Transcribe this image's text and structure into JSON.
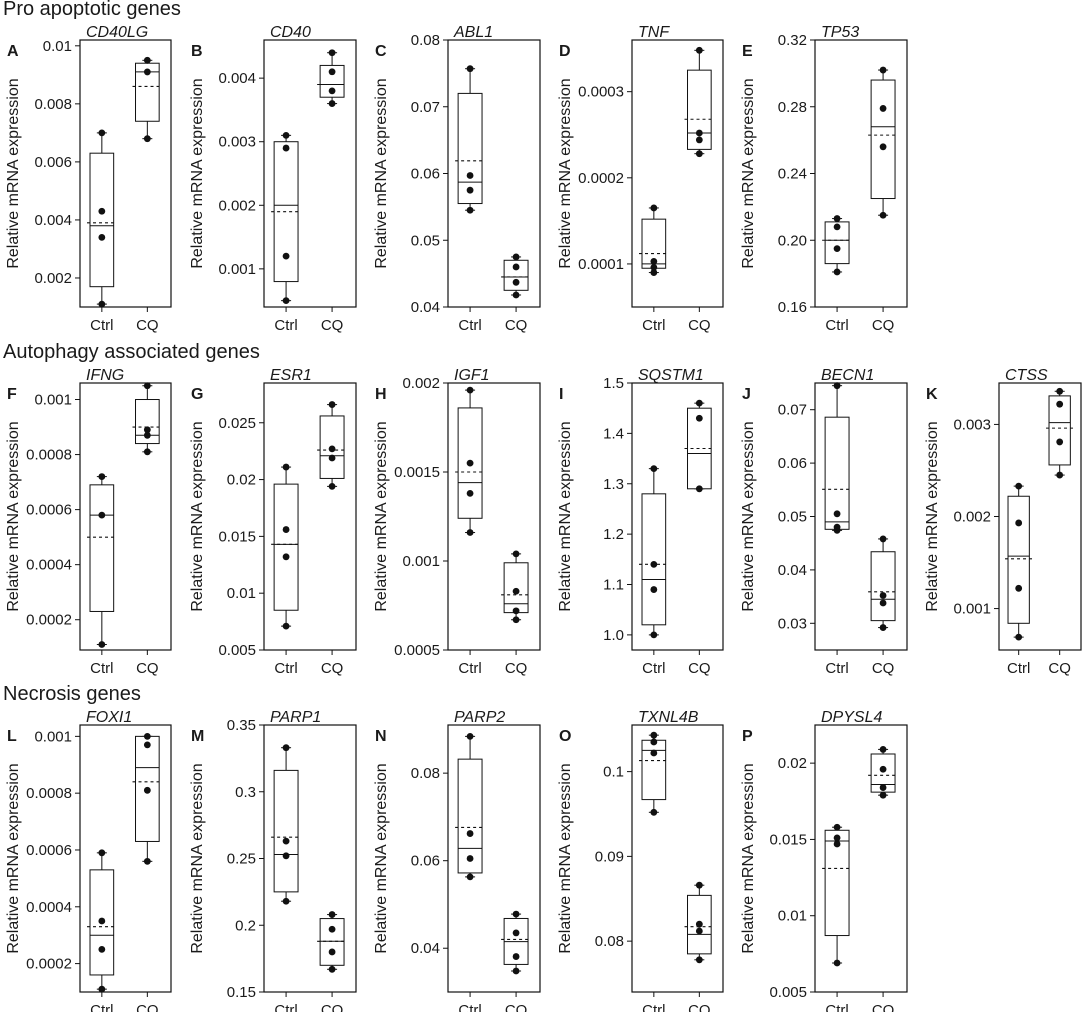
{
  "sections": [
    {
      "title": "Pro apoptotic genes",
      "y": 14
    },
    {
      "title": "Autophagy associated genes",
      "y": 358
    },
    {
      "title": "Necrosis genes",
      "y": 700
    }
  ],
  "chart_data": [
    {
      "type": "box",
      "letter": "A",
      "gene": "CD40LG",
      "ylabel": "Relative mRNA expression",
      "categories": [
        "Ctrl",
        "CQ"
      ],
      "ylim": [
        0.001,
        0.0102
      ],
      "yticks": [
        {
          "v": 0.002,
          "label": "0.002"
        },
        {
          "v": 0.004,
          "label": "0.004"
        },
        {
          "v": 0.006,
          "label": "0.006"
        },
        {
          "v": 0.008,
          "label": "0.008"
        },
        {
          "v": 0.01,
          "label": "0.01"
        }
      ],
      "groups": [
        {
          "min": 0.0011,
          "q1": 0.0017,
          "median": 0.0038,
          "q3": 0.0063,
          "max": 0.007,
          "mean": 0.0039,
          "points": [
            0.0011,
            0.0034,
            0.0043,
            0.007
          ]
        },
        {
          "min": 0.0068,
          "q1": 0.0074,
          "median": 0.0091,
          "q3": 0.0094,
          "max": 0.0095,
          "mean": 0.0086,
          "points": [
            0.0068,
            0.0091,
            0.0095
          ]
        }
      ]
    },
    {
      "type": "box",
      "letter": "B",
      "gene": "CD40",
      "ylabel": "Relative mRNA expression",
      "categories": [
        "Ctrl",
        "CQ"
      ],
      "ylim": [
        0.0004,
        0.0046
      ],
      "yticks": [
        {
          "v": 0.001,
          "label": "0.001"
        },
        {
          "v": 0.002,
          "label": "0.002"
        },
        {
          "v": 0.003,
          "label": "0.003"
        },
        {
          "v": 0.004,
          "label": "0.004"
        }
      ],
      "groups": [
        {
          "min": 0.0005,
          "q1": 0.0008,
          "median": 0.002,
          "q3": 0.003,
          "max": 0.0031,
          "mean": 0.0019,
          "points": [
            0.0005,
            0.0012,
            0.0029,
            0.0031
          ]
        },
        {
          "min": 0.0036,
          "q1": 0.0037,
          "median": 0.0039,
          "q3": 0.0042,
          "max": 0.0044,
          "mean": 0.0039,
          "points": [
            0.0036,
            0.0038,
            0.0041,
            0.0044
          ]
        }
      ]
    },
    {
      "type": "box",
      "letter": "C",
      "gene": "ABL1",
      "ylabel": "Relative mRNA expression",
      "categories": [
        "Ctrl",
        "CQ"
      ],
      "ylim": [
        0.04,
        0.08
      ],
      "yticks": [
        {
          "v": 0.04,
          "label": "0.04"
        },
        {
          "v": 0.05,
          "label": "0.05"
        },
        {
          "v": 0.06,
          "label": "0.06"
        },
        {
          "v": 0.07,
          "label": "0.07"
        },
        {
          "v": 0.08,
          "label": "0.08"
        }
      ],
      "groups": [
        {
          "min": 0.0545,
          "q1": 0.0555,
          "median": 0.0587,
          "q3": 0.072,
          "max": 0.0757,
          "mean": 0.0619,
          "points": [
            0.0545,
            0.0575,
            0.0597,
            0.0757
          ]
        },
        {
          "min": 0.0418,
          "q1": 0.0425,
          "median": 0.0445,
          "q3": 0.047,
          "max": 0.0475,
          "mean": 0.0445,
          "points": [
            0.0418,
            0.0437,
            0.046,
            0.0475
          ]
        }
      ]
    },
    {
      "type": "box",
      "letter": "D",
      "gene": "TNF",
      "ylabel": "Relative mRNA expression",
      "categories": [
        "Ctrl",
        "CQ"
      ],
      "ylim": [
        5e-05,
        0.00036
      ],
      "yticks": [
        {
          "v": 0.0001,
          "label": "0.0001"
        },
        {
          "v": 0.0002,
          "label": "0.0002"
        },
        {
          "v": 0.0003,
          "label": "0.0003"
        }
      ],
      "groups": [
        {
          "min": 9e-05,
          "q1": 9.5e-05,
          "median": 0.0001,
          "q3": 0.000152,
          "max": 0.000165,
          "mean": 0.000112,
          "points": [
            9e-05,
            9.6e-05,
            0.000103,
            0.000165
          ]
        },
        {
          "min": 0.000228,
          "q1": 0.000233,
          "median": 0.000252,
          "q3": 0.000325,
          "max": 0.000348,
          "mean": 0.000268,
          "points": [
            0.000228,
            0.000244,
            0.000252,
            0.000348
          ]
        }
      ]
    },
    {
      "type": "box",
      "letter": "E",
      "gene": "TP53",
      "ylabel": "Relative mRNA expression",
      "categories": [
        "Ctrl",
        "CQ"
      ],
      "ylim": [
        0.16,
        0.32
      ],
      "yticks": [
        {
          "v": 0.16,
          "label": "0.16"
        },
        {
          "v": 0.2,
          "label": "0.20"
        },
        {
          "v": 0.24,
          "label": "0.24"
        },
        {
          "v": 0.28,
          "label": "0.28"
        },
        {
          "v": 0.32,
          "label": "0.32"
        }
      ],
      "groups": [
        {
          "min": 0.181,
          "q1": 0.186,
          "median": 0.2,
          "q3": 0.211,
          "max": 0.213,
          "mean": 0.2,
          "points": [
            0.181,
            0.195,
            0.208,
            0.213
          ]
        },
        {
          "min": 0.215,
          "q1": 0.225,
          "median": 0.268,
          "q3": 0.296,
          "max": 0.302,
          "mean": 0.263,
          "points": [
            0.215,
            0.256,
            0.279,
            0.302
          ]
        }
      ]
    },
    {
      "type": "box",
      "letter": "F",
      "gene": "IFNG",
      "ylabel": "Relative mRNA expression",
      "categories": [
        "Ctrl",
        "CQ"
      ],
      "ylim": [
        9e-05,
        0.00106
      ],
      "yticks": [
        {
          "v": 0.0002,
          "label": "0.0002"
        },
        {
          "v": 0.0004,
          "label": "0.0004"
        },
        {
          "v": 0.0006,
          "label": "0.0006"
        },
        {
          "v": 0.0008,
          "label": "0.0008"
        },
        {
          "v": 0.001,
          "label": "0.001"
        }
      ],
      "groups": [
        {
          "min": 0.00011,
          "q1": 0.00023,
          "median": 0.00058,
          "q3": 0.00069,
          "max": 0.00072,
          "mean": 0.0005,
          "points": [
            0.00011,
            0.00058,
            0.00072
          ]
        },
        {
          "min": 0.00081,
          "q1": 0.00084,
          "median": 0.00087,
          "q3": 0.001,
          "max": 0.00105,
          "mean": 0.0009,
          "points": [
            0.00081,
            0.00087,
            0.00089,
            0.00105
          ]
        }
      ]
    },
    {
      "type": "box",
      "letter": "G",
      "gene": "ESR1",
      "ylabel": "Relative mRNA expression",
      "categories": [
        "Ctrl",
        "CQ"
      ],
      "ylim": [
        0.005,
        0.0285
      ],
      "yticks": [
        {
          "v": 0.005,
          "label": "0.005"
        },
        {
          "v": 0.01,
          "label": "0.01"
        },
        {
          "v": 0.015,
          "label": "0.015"
        },
        {
          "v": 0.02,
          "label": "0.02"
        },
        {
          "v": 0.025,
          "label": "0.025"
        }
      ],
      "groups": [
        {
          "min": 0.0071,
          "q1": 0.0085,
          "median": 0.0143,
          "q3": 0.0196,
          "max": 0.0211,
          "mean": 0.0143,
          "points": [
            0.0071,
            0.0132,
            0.0156,
            0.0211
          ]
        },
        {
          "min": 0.0194,
          "q1": 0.0201,
          "median": 0.0221,
          "q3": 0.0256,
          "max": 0.0266,
          "mean": 0.0226,
          "points": [
            0.0194,
            0.0219,
            0.0227,
            0.0266
          ]
        }
      ]
    },
    {
      "type": "box",
      "letter": "H",
      "gene": "IGF1",
      "ylabel": "Relative mRNA expression",
      "categories": [
        "Ctrl",
        "CQ"
      ],
      "ylim": [
        0.0005,
        0.002
      ],
      "yticks": [
        {
          "v": 0.0005,
          "label": "0.0005"
        },
        {
          "v": 0.001,
          "label": "0.001"
        },
        {
          "v": 0.0015,
          "label": "0.0015"
        },
        {
          "v": 0.002,
          "label": "0.002"
        }
      ],
      "groups": [
        {
          "min": 0.00116,
          "q1": 0.00124,
          "median": 0.00144,
          "q3": 0.00186,
          "max": 0.00196,
          "mean": 0.0015,
          "points": [
            0.00116,
            0.00138,
            0.00155,
            0.00196
          ]
        },
        {
          "min": 0.00067,
          "q1": 0.00071,
          "median": 0.00076,
          "q3": 0.00099,
          "max": 0.00104,
          "mean": 0.00081,
          "points": [
            0.00067,
            0.00072,
            0.00083,
            0.00104
          ]
        }
      ]
    },
    {
      "type": "box",
      "letter": "I",
      "gene": "SQSTM1",
      "ylabel": "Relative mRNA expression",
      "categories": [
        "Ctrl",
        "CQ"
      ],
      "ylim": [
        0.97,
        1.5
      ],
      "yticks": [
        {
          "v": 1.0,
          "label": "1.0"
        },
        {
          "v": 1.1,
          "label": "1.1"
        },
        {
          "v": 1.2,
          "label": "1.2"
        },
        {
          "v": 1.3,
          "label": "1.3"
        },
        {
          "v": 1.4,
          "label": "1.4"
        },
        {
          "v": 1.5,
          "label": "1.5"
        }
      ],
      "groups": [
        {
          "min": 1.0,
          "q1": 1.02,
          "median": 1.11,
          "q3": 1.28,
          "max": 1.33,
          "mean": 1.14,
          "points": [
            1.0,
            1.09,
            1.14,
            1.33
          ]
        },
        {
          "min": 1.29,
          "q1": 1.29,
          "median": 1.36,
          "q3": 1.45,
          "max": 1.46,
          "mean": 1.37,
          "points": [
            1.29,
            1.43,
            1.46
          ]
        }
      ]
    },
    {
      "type": "box",
      "letter": "J",
      "gene": "BECN1",
      "ylabel": "Relative mRNA expression",
      "categories": [
        "Ctrl",
        "CQ"
      ],
      "ylim": [
        0.025,
        0.075
      ],
      "yticks": [
        {
          "v": 0.03,
          "label": "0.03"
        },
        {
          "v": 0.04,
          "label": "0.04"
        },
        {
          "v": 0.05,
          "label": "0.05"
        },
        {
          "v": 0.06,
          "label": "0.06"
        },
        {
          "v": 0.07,
          "label": "0.07"
        }
      ],
      "groups": [
        {
          "min": 0.0474,
          "q1": 0.0476,
          "median": 0.049,
          "q3": 0.0686,
          "max": 0.0745,
          "mean": 0.0551,
          "points": [
            0.0474,
            0.048,
            0.0505,
            0.0745
          ]
        },
        {
          "min": 0.0292,
          "q1": 0.0305,
          "median": 0.0345,
          "q3": 0.0434,
          "max": 0.0458,
          "mean": 0.0359,
          "points": [
            0.0292,
            0.0338,
            0.0352,
            0.0458
          ]
        }
      ]
    },
    {
      "type": "box",
      "letter": "K",
      "gene": "CTSS",
      "ylabel": "Relative mRNA expression",
      "categories": [
        "Ctrl",
        "CQ"
      ],
      "ylim": [
        0.00055,
        0.00345
      ],
      "yticks": [
        {
          "v": 0.001,
          "label": "0.001"
        },
        {
          "v": 0.002,
          "label": "0.002"
        },
        {
          "v": 0.003,
          "label": "0.003"
        }
      ],
      "groups": [
        {
          "min": 0.00069,
          "q1": 0.00084,
          "median": 0.00157,
          "q3": 0.00222,
          "max": 0.00233,
          "mean": 0.00154,
          "points": [
            0.00069,
            0.00122,
            0.00193,
            0.00233
          ]
        },
        {
          "min": 0.00245,
          "q1": 0.00256,
          "median": 0.00302,
          "q3": 0.00331,
          "max": 0.00336,
          "mean": 0.00296,
          "points": [
            0.00245,
            0.00281,
            0.00322,
            0.00336
          ]
        }
      ]
    },
    {
      "type": "box",
      "letter": "L",
      "gene": "FOXI1",
      "ylabel": "Relative mRNA expression",
      "categories": [
        "Ctrl",
        "CQ"
      ],
      "ylim": [
        0.0001,
        0.00104
      ],
      "yticks": [
        {
          "v": 0.0002,
          "label": "0.0002"
        },
        {
          "v": 0.0004,
          "label": "0.0004"
        },
        {
          "v": 0.0006,
          "label": "0.0006"
        },
        {
          "v": 0.0008,
          "label": "0.0008"
        },
        {
          "v": 0.001,
          "label": "0.001"
        }
      ],
      "groups": [
        {
          "min": 0.00011,
          "q1": 0.00016,
          "median": 0.0003,
          "q3": 0.00053,
          "max": 0.00059,
          "mean": 0.00033,
          "points": [
            0.00011,
            0.00025,
            0.00035,
            0.00059
          ]
        },
        {
          "min": 0.00056,
          "q1": 0.00063,
          "median": 0.00089,
          "q3": 0.001,
          "max": 0.001,
          "mean": 0.00084,
          "points": [
            0.00056,
            0.00081,
            0.00097,
            0.001
          ]
        }
      ]
    },
    {
      "type": "box",
      "letter": "M",
      "gene": "PARP1",
      "ylabel": "Relative mRNA expression",
      "categories": [
        "Ctrl",
        "CQ"
      ],
      "ylim": [
        0.15,
        0.35
      ],
      "yticks": [
        {
          "v": 0.15,
          "label": "0.15"
        },
        {
          "v": 0.2,
          "label": "0.2"
        },
        {
          "v": 0.25,
          "label": "0.25"
        },
        {
          "v": 0.3,
          "label": "0.3"
        },
        {
          "v": 0.35,
          "label": "0.35"
        }
      ],
      "groups": [
        {
          "min": 0.218,
          "q1": 0.225,
          "median": 0.253,
          "q3": 0.316,
          "max": 0.333,
          "mean": 0.266,
          "points": [
            0.218,
            0.252,
            0.263,
            0.333
          ]
        },
        {
          "min": 0.167,
          "q1": 0.17,
          "median": 0.188,
          "q3": 0.205,
          "max": 0.208,
          "mean": 0.188,
          "points": [
            0.167,
            0.18,
            0.197,
            0.208
          ]
        }
      ]
    },
    {
      "type": "box",
      "letter": "N",
      "gene": "PARP2",
      "ylabel": "Relative mRNA expression",
      "categories": [
        "Ctrl",
        "CQ"
      ],
      "ylim": [
        0.03,
        0.091
      ],
      "yticks": [
        {
          "v": 0.04,
          "label": "0.04"
        },
        {
          "v": 0.06,
          "label": "0.06"
        },
        {
          "v": 0.08,
          "label": "0.08"
        }
      ],
      "groups": [
        {
          "min": 0.0563,
          "q1": 0.0572,
          "median": 0.0628,
          "q3": 0.0832,
          "max": 0.0884,
          "mean": 0.0676,
          "points": [
            0.0563,
            0.0605,
            0.0662,
            0.0884
          ]
        },
        {
          "min": 0.0348,
          "q1": 0.0363,
          "median": 0.0415,
          "q3": 0.0468,
          "max": 0.0478,
          "mean": 0.042,
          "points": [
            0.0348,
            0.0381,
            0.0435,
            0.0478
          ]
        }
      ]
    },
    {
      "type": "box",
      "letter": "O",
      "gene": "TXNL4B",
      "ylabel": "Relative mRNA expression",
      "categories": [
        "Ctrl",
        "CQ"
      ],
      "ylim": [
        0.074,
        0.1055
      ],
      "yticks": [
        {
          "v": 0.08,
          "label": "0.08"
        },
        {
          "v": 0.09,
          "label": "0.09"
        },
        {
          "v": 0.1,
          "label": "0.1"
        }
      ],
      "groups": [
        {
          "min": 0.0952,
          "q1": 0.0967,
          "median": 0.1025,
          "q3": 0.1037,
          "max": 0.1043,
          "mean": 0.1013,
          "points": [
            0.0952,
            0.1022,
            0.1035,
            0.1043
          ]
        },
        {
          "min": 0.0778,
          "q1": 0.0785,
          "median": 0.0808,
          "q3": 0.0854,
          "max": 0.0866,
          "mean": 0.0817,
          "points": [
            0.0778,
            0.0812,
            0.082,
            0.0866
          ]
        }
      ]
    },
    {
      "type": "box",
      "letter": "P",
      "gene": "DPYSL4",
      "ylabel": "Relative mRNA expression",
      "categories": [
        "Ctrl",
        "CQ"
      ],
      "ylim": [
        0.005,
        0.0225
      ],
      "yticks": [
        {
          "v": 0.005,
          "label": "0.005"
        },
        {
          "v": 0.01,
          "label": "0.01"
        },
        {
          "v": 0.015,
          "label": "0.015"
        },
        {
          "v": 0.02,
          "label": "0.02"
        }
      ],
      "groups": [
        {
          "min": 0.0069,
          "q1": 0.0087,
          "median": 0.0149,
          "q3": 0.0156,
          "max": 0.0158,
          "mean": 0.0131,
          "points": [
            0.0069,
            0.0147,
            0.0151,
            0.0158
          ]
        },
        {
          "min": 0.0179,
          "q1": 0.0181,
          "median": 0.0186,
          "q3": 0.0206,
          "max": 0.0209,
          "mean": 0.0192,
          "points": [
            0.0179,
            0.0184,
            0.0196,
            0.0209
          ]
        }
      ]
    }
  ]
}
